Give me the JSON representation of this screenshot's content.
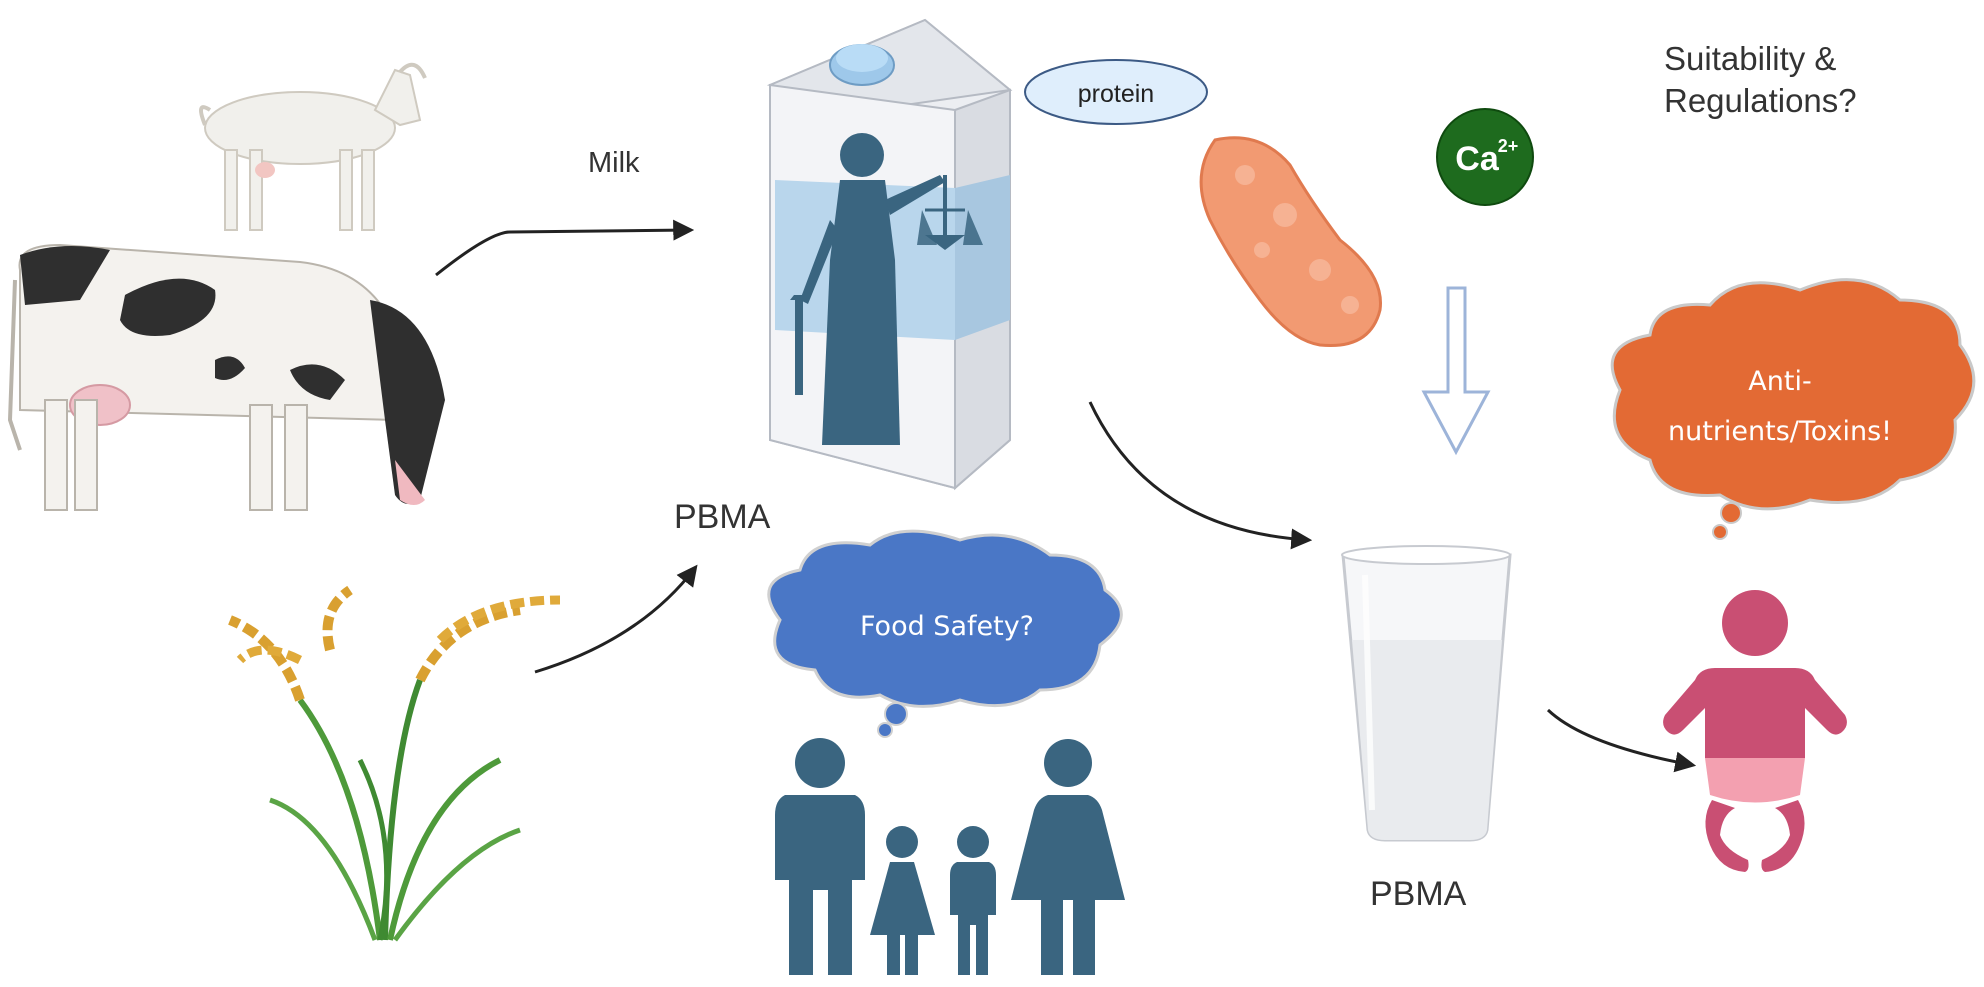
{
  "labels": {
    "milk": "Milk",
    "pbma_center": "PBMA",
    "pbma_glass": "PBMA",
    "protein": "protein",
    "calcium": "Ca",
    "calcium_charge": "2+",
    "suitability_line1": "Suitability &",
    "suitability_line2": "Regulations?",
    "food_safety": "Food Safety?",
    "antinutrients_line1": "Anti-",
    "antinutrients_line2": "nutrients/Toxins!"
  },
  "colors": {
    "arrow": "#222222",
    "figure_dark": "#3a6580",
    "carton_blue": "#b9d6ec",
    "cloud_blue": "#4a77c6",
    "cloud_orange": "#e36a34",
    "calcium_green": "#1e6b1e",
    "protein_orange": "#f29a72",
    "baby_pink": "#c94f73"
  }
}
